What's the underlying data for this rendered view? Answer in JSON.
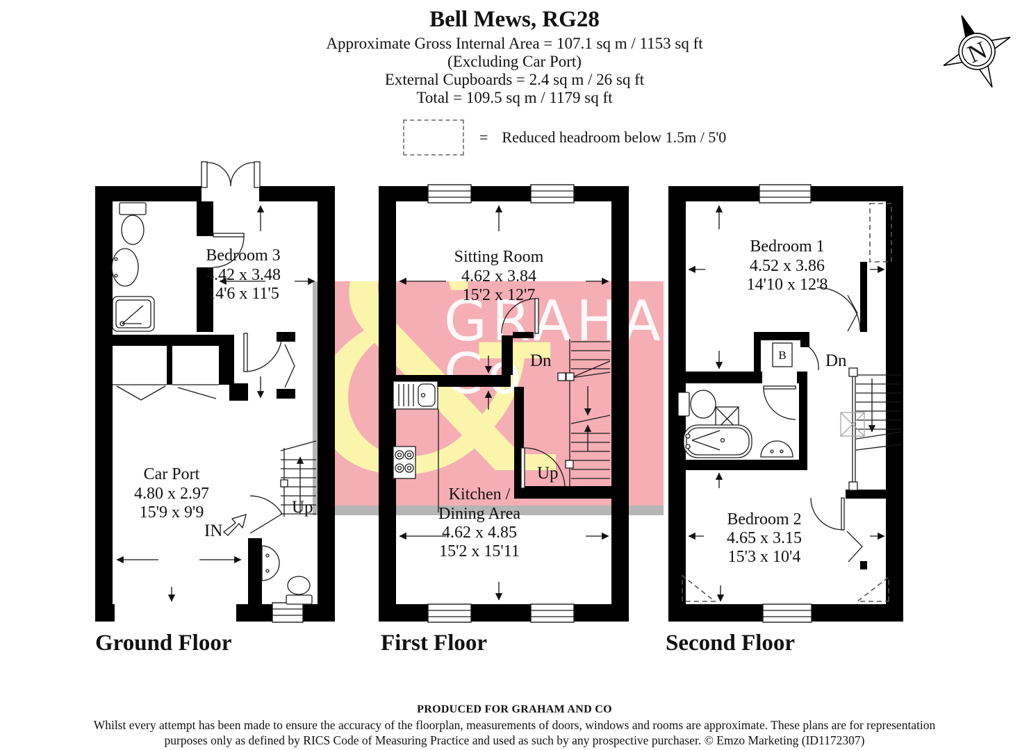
{
  "header": {
    "title": "Bell Mews, RG28",
    "line1": "Approximate Gross Internal Area = 107.1 sq m / 1153 sq ft",
    "line2": "(Excluding Car Port)",
    "line3": "External Cupboards = 2.4 sq m / 26 sq ft",
    "line4": "Total = 109.5 sq m / 1179 sq ft"
  },
  "legend": {
    "equals": "=",
    "label": "Reduced headroom below 1.5m / 5'0"
  },
  "compass": {
    "letter": "N"
  },
  "watermark": {
    "ampersand": "&",
    "word1": "GRAHAM",
    "word2": "Co",
    "colors": {
      "pink": "#f5aeb4",
      "yellow": "#faf5ab",
      "shadow": "#b5b5b5",
      "text": "#ffffff"
    }
  },
  "floors": {
    "ground": {
      "label": "Ground Floor",
      "bedroom3": {
        "name": "Bedroom 3",
        "metric": "4.42 x 3.48",
        "imperial": "14'6 x 11'5"
      },
      "carport": {
        "name": "Car Port",
        "metric": "4.80 x 2.97",
        "imperial": "15'9 x 9'9"
      },
      "in_label": "IN",
      "up_label": "Up"
    },
    "first": {
      "label": "First Floor",
      "sitting": {
        "name": "Sitting Room",
        "metric": "4.62 x 3.84",
        "imperial": "15'2 x 12'7"
      },
      "kitchen": {
        "name1": "Kitchen /",
        "name2": "Dining Area",
        "metric": "4.62 x 4.85",
        "imperial": "15'2 x 15'11"
      },
      "dn_label": "Dn",
      "up_label": "Up"
    },
    "second": {
      "label": "Second Floor",
      "bedroom1": {
        "name": "Bedroom 1",
        "metric": "4.52 x 3.86",
        "imperial": "14'10 x 12'8"
      },
      "bedroom2": {
        "name": "Bedroom 2",
        "metric": "4.65 x 3.15",
        "imperial": "15'3 x 10'4"
      },
      "dn_label": "Dn",
      "boiler_label": "B"
    }
  },
  "footer": {
    "produced": "PRODUCED FOR GRAHAM AND CO",
    "disclaimer1": "Whilst every attempt has been made to ensure the accuracy of the floorplan, measurements of doors, windows and rooms are approximate. These plans are for representation",
    "disclaimer2": "purposes only as defined by RICS Code of Measuring Practice and used as such by any prospective purchaser. © Emzo Marketing (ID1172307)"
  }
}
